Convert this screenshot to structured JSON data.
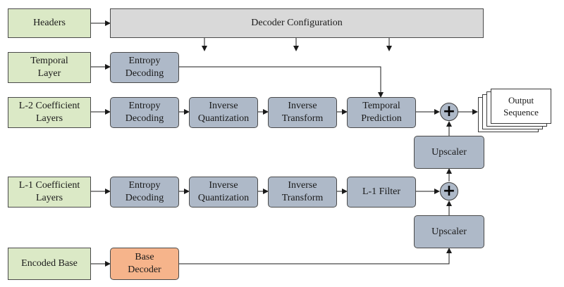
{
  "inputs": {
    "headers": "Headers",
    "temporal_layer": "Temporal\nLayer",
    "l2_layers": "L-2 Coefficient\nLayers",
    "l1_layers": "L-1 Coefficient\nLayers",
    "encoded_base": "Encoded Base"
  },
  "decoder_configuration": "Decoder Configuration",
  "temporal_row": {
    "entropy_decoding": "Entropy\nDecoding"
  },
  "l2_row": {
    "entropy_decoding": "Entropy\nDecoding",
    "inverse_quantization": "Inverse\nQuantization",
    "inverse_transform": "Inverse\nTransform",
    "temporal_prediction": "Temporal\nPrediction"
  },
  "l1_row": {
    "entropy_decoding": "Entropy\nDecoding",
    "inverse_quantization": "Inverse\nQuantization",
    "inverse_transform": "Inverse\nTransform",
    "l1_filter": "L-1 Filter"
  },
  "base_decoder": "Base\nDecoder",
  "upscaler_top": "Upscaler",
  "upscaler_bottom": "Upscaler",
  "sum_symbol": "+",
  "output_sequence": "Output\nSequence"
}
